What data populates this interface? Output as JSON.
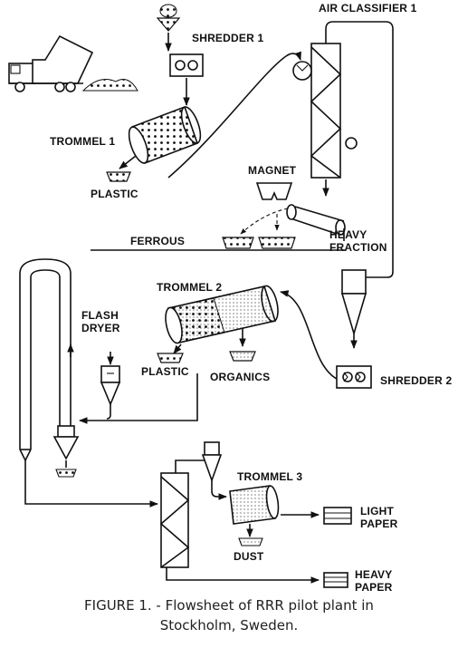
{
  "labels": {
    "shredder1": "SHREDDER 1",
    "air_classifier1": "AIR CLASSIFIER 1",
    "trommel1": "TROMMEL 1",
    "plastic1": "PLASTIC",
    "magnet": "MAGNET",
    "ferrous": "FERROUS",
    "heavy_fraction_line1": "HEAVY",
    "heavy_fraction_line2": "FRACTION",
    "trommel2": "TROMMEL 2",
    "flash_dryer_line1": "FLASH",
    "flash_dryer_line2": "DRYER",
    "plastic2": "PLASTIC",
    "organics": "ORGANICS",
    "shredder2": "SHREDDER 2",
    "trommel3": "TROMMEL 3",
    "light_paper_line1": "LIGHT",
    "light_paper_line2": "PAPER",
    "dust": "DUST",
    "heavy_paper_line1": "HEAVY",
    "heavy_paper_line2": "PAPER"
  },
  "caption": {
    "line1": "FIGURE 1. - Flowsheet of RRR pilot plant in",
    "line2": "Stockholm, Sweden."
  }
}
